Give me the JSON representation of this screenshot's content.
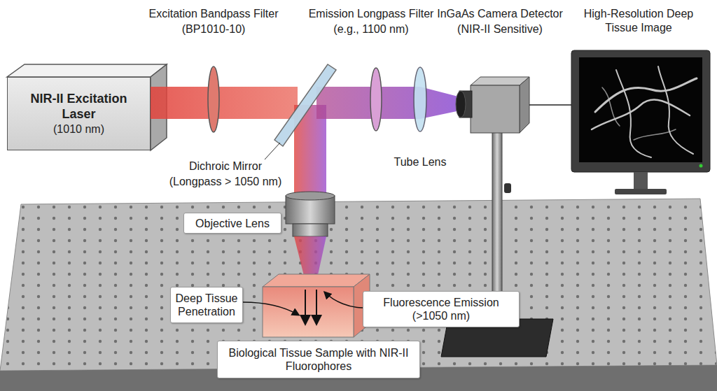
{
  "diagram": {
    "nodes": [
      {
        "text": [
          "NIR-II Excitation Laser",
          "(1010 nm)"
        ]
      },
      {
        "text": [
          "Objective Lens"
        ]
      },
      {
        "text": [
          "Deep Tissue Penetration"
        ]
      },
      {
        "text": [
          "Fluorescence Emission (>1050 nm)"
        ]
      },
      {
        "text": [
          "Biological Tissue Sample with NIR-II Fluorophores"
        ]
      }
    ],
    "labels": [
      "Excitation Bandpass Filter",
      "(BP1010-10)",
      "Emission Longpass Filter",
      "(e.g., 1100 nm)",
      "InGaAs Camera Detector",
      "(NIR-II Sensitive)",
      "High-Resolution Deep Tissue Image",
      "Dichroic Mirror",
      "(Longpass > 1050 nm)",
      "Tube Lens"
    ]
  }
}
